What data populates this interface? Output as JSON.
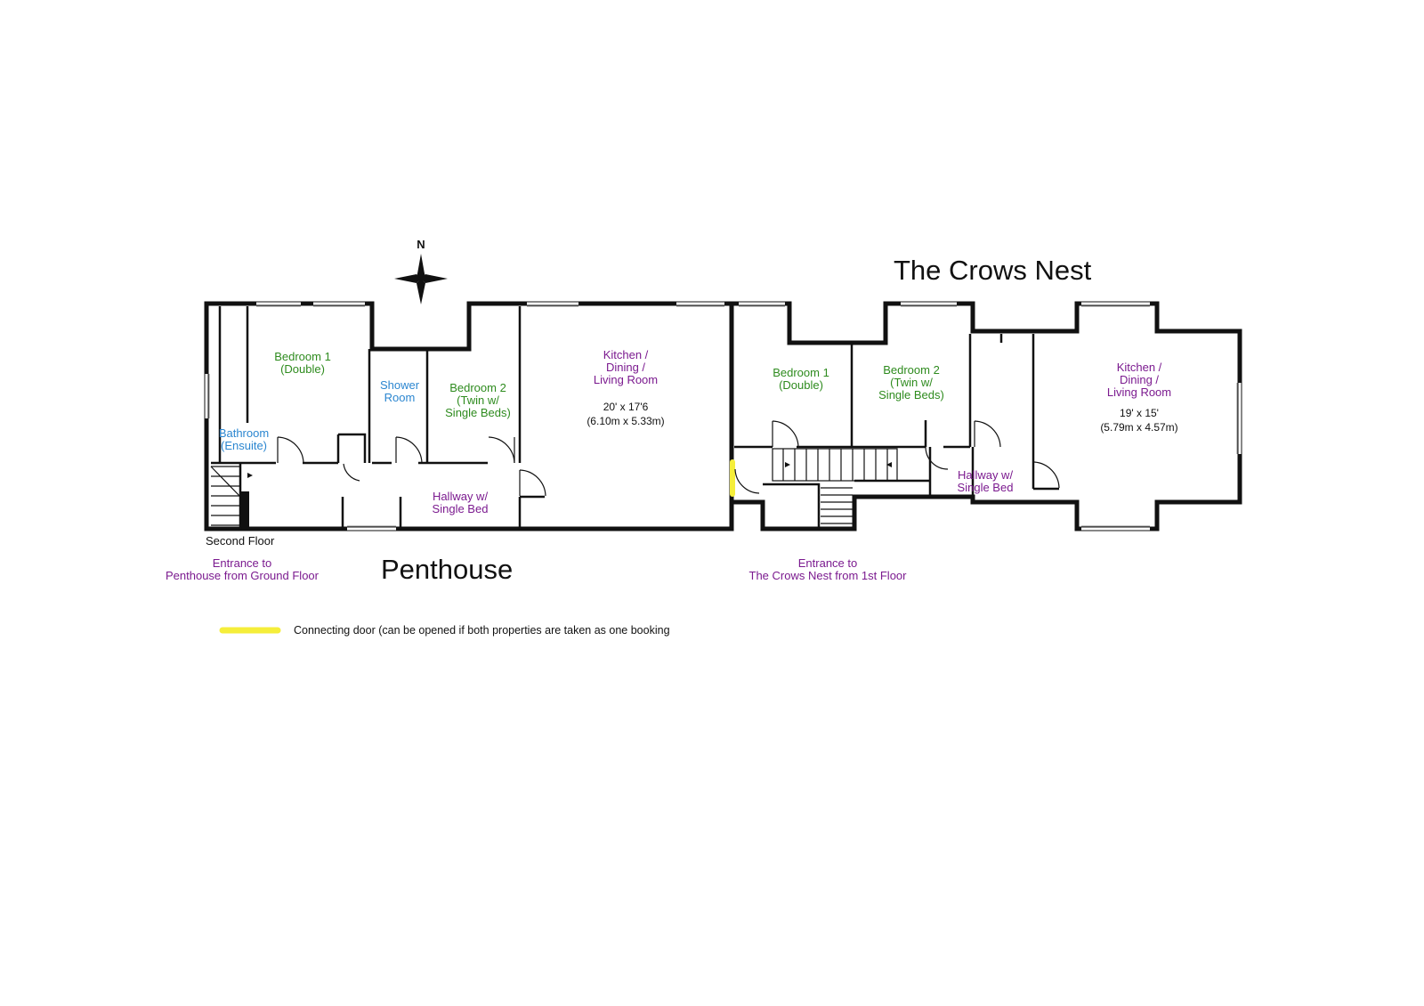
{
  "titles": {
    "crows_nest": "The Crows Nest",
    "penthouse": "Penthouse",
    "second_floor": "Second Floor",
    "compass_north": "N"
  },
  "colors": {
    "green": "#2e8b1e",
    "blue": "#2b86d0",
    "purple": "#7b1a8f",
    "connecting_door": "#f5ee3a"
  },
  "penthouse": {
    "bedroom1": [
      "Bedroom 1",
      "(Double)"
    ],
    "bathroom": [
      "Bathroom",
      "(Ensuite)"
    ],
    "shower": [
      "Shower",
      "Room"
    ],
    "bedroom2": [
      "Bedroom 2",
      "(Twin w/",
      "Single Beds)"
    ],
    "kitchen": [
      "Kitchen /",
      "Dining /",
      "Living Room"
    ],
    "kitchen_dims": [
      "20' x 17'6",
      "(6.10m x 5.33m)"
    ],
    "hallway": [
      "Hallway w/",
      "Single Bed"
    ],
    "entrance": [
      "Entrance to",
      "Penthouse from Ground Floor"
    ]
  },
  "crows_nest": {
    "bedroom1": [
      "Bedroom 1",
      "(Double)"
    ],
    "bedroom2": [
      "Bedroom 2",
      "(Twin w/",
      "Single Beds)"
    ],
    "hallway": [
      "Hallway w/",
      "Single Bed"
    ],
    "kitchen": [
      "Kitchen /",
      "Dining /",
      "Living Room"
    ],
    "kitchen_dims": [
      "19' x 15'",
      "(5.79m x 4.57m)"
    ],
    "entrance": [
      "Entrance to",
      "The Crows Nest from 1st Floor"
    ]
  },
  "legend": {
    "connecting_door": "Connecting door (can be opened if both properties are taken as one booking"
  }
}
